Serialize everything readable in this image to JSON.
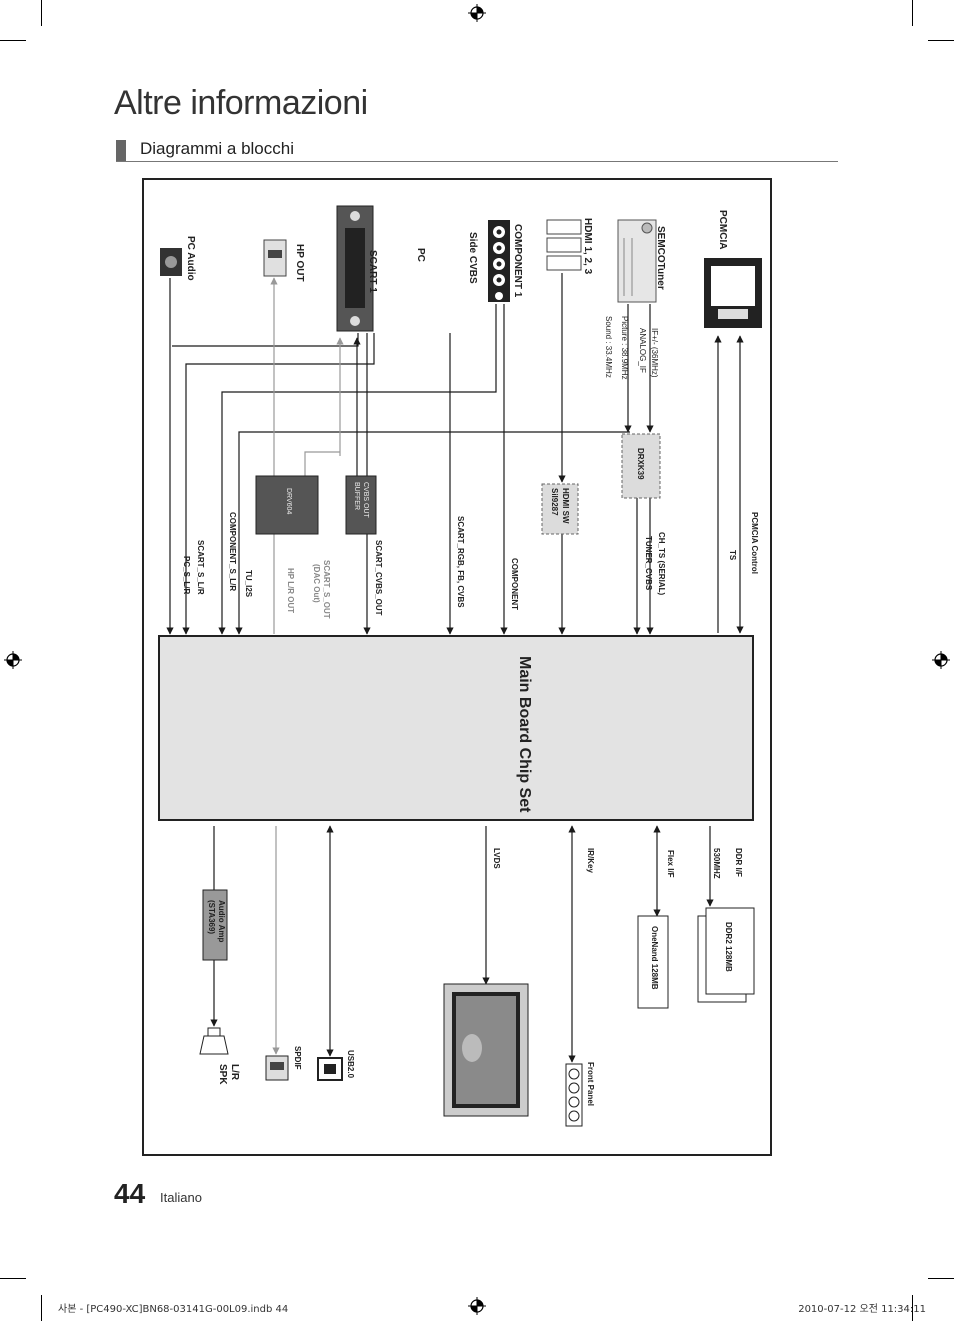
{
  "page": {
    "title": "Altre informazioni",
    "section_title": "Diagrammi a blocchi",
    "page_number": "44",
    "language": "Italiano",
    "footer_left": "사본 - [PC490-XC]BN68-03141G-00L09.indb   44",
    "footer_right": "2010-07-12   오전 11:34:11"
  },
  "diagram": {
    "main_block": "Main Board Chip Set",
    "inputs": {
      "pcmcia": "PCMCIA",
      "tuner": "SEMCOTuner",
      "hdmi": "HDMI 1, 2, 3",
      "component": "COMPONENT 1",
      "side_cvbs": "Side CVBS",
      "pc": "PC",
      "scart": "SCART 1",
      "hp_out": "HP OUT",
      "pc_audio": "PC Audio"
    },
    "tuner_notes": [
      "IF+/- (36MHz)",
      "ANALOG_IF",
      "Picture : 38.9MHz",
      "Sound : 33.4MHz"
    ],
    "chips": {
      "drxk": "DRXK39",
      "hdmi_sw_line1": "HDMI SW",
      "hdmi_sw_line2": "SiI9287",
      "cvbs_buffer_line1": "CVBS OUT",
      "cvbs_buffer_line2": "BUFFER",
      "drv": "DRV604",
      "audio_amp_line1": "Audio Amp",
      "audio_amp_line2": "(STA369)"
    },
    "signals": {
      "pcmcia_control": "PCMCIA Control",
      "ts": "TS",
      "ch_ts": "CH_TS (SERIAL)",
      "tuner_cvbs": "TUNER_CVBS",
      "component": "COMPONENT",
      "scart_rgb": "SCART_RGB, FB, CVBS",
      "scart_cvbs_out": "SCART_CVBS_OUT",
      "scart_s_out_line1": "SCART_S_OUT",
      "scart_s_out_line2": "(DAC Out)",
      "hp_lr_out": "HP L/R OUT",
      "tu_i2s": "TU_I2S",
      "component_s_lr": "COMPONENT_S_L/R",
      "scart_s_lr": "SCART_S_L/R",
      "pc_s_lr": "PC_S_L/R",
      "ddr_if": "DDR I/F",
      "ddr_freq": "530MHZ",
      "flex_if": "Flex I/F",
      "ir_key": "IR/Key",
      "lvds": "LVDS"
    },
    "outputs": {
      "ddr2": "DDR2 128MB",
      "onenand": "OneNand 128MB",
      "front_panel": "Front Panel",
      "usb": "USB2.0",
      "spdif": "SPDIF",
      "speaker_line1": "L/R",
      "speaker_line2": "SPK"
    }
  },
  "colors": {
    "line": "#1a1a1a",
    "grey_line": "#999999",
    "chip_dark": "#555555",
    "chip_light": "#dddddd",
    "main_block_fill": "#e3e3e3"
  }
}
